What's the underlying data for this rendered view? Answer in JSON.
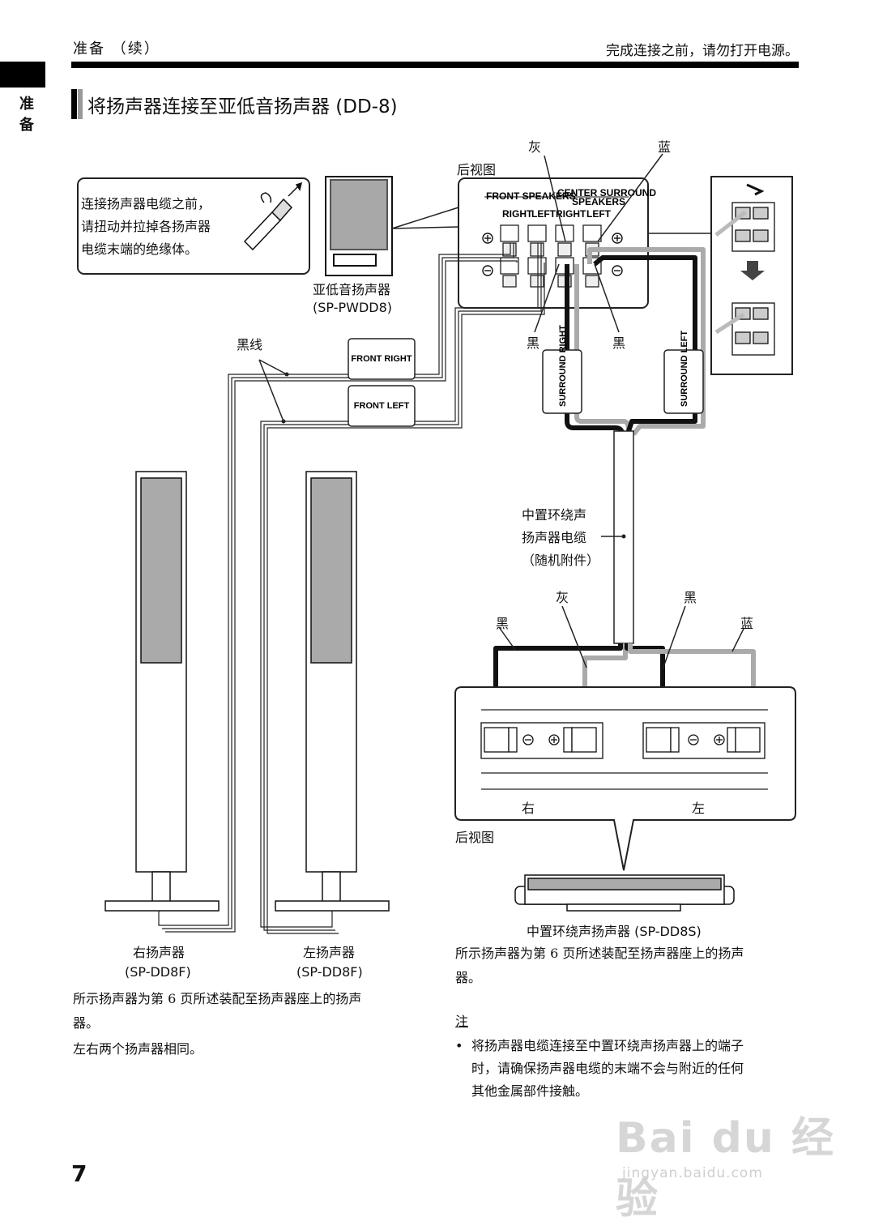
{
  "header": {
    "left": "准备 （续）",
    "right": "完成连接之前，请勿打开电源。"
  },
  "side_label": "准备",
  "section": {
    "title": "将扬声器连接至亚低音扬声器 (DD-8)"
  },
  "diagram": {
    "rear_view_top": "后视图",
    "label_gray_top": "灰",
    "label_blue_top": "蓝",
    "label_black_left": "黑",
    "label_black_right": "黑",
    "callout_line1": "连接扬声器电缆之前，",
    "callout_line2": "请扭动并拉掉各扬声器",
    "callout_line3": "电缆末端的绝缘体。",
    "subwoofer_name": "亚低音扬声器",
    "subwoofer_model": "(SP-PWDD8)",
    "black_wire": "黑线",
    "tag_front_right": "FRONT RIGHT",
    "tag_front_left": "FRONT LEFT",
    "tag_surround_right": "SURROUND RIGHT",
    "tag_surround_left": "SURROUND LEFT",
    "panel_front_speakers": "FRONT SPEAKERS",
    "panel_center_surround": "CENTER SURROUND",
    "panel_speakers": "SPEAKERS",
    "panel_right_1": "RIGHT",
    "panel_left_1": "LEFT",
    "panel_right_2": "RIGHT",
    "panel_left_2": "LEFT",
    "cable_line1": "中置环绕声",
    "cable_line2": "扬声器电缆",
    "cable_line3": "（随机附件）",
    "bottom_gray": "灰",
    "bottom_black_right": "黑",
    "bottom_black_left": "黑",
    "bottom_blue": "蓝",
    "center_right": "右",
    "center_left": "左",
    "rear_view_bottom": "后视图",
    "center_speaker_name": "中置环绕声扬声器 (SP-DD8S)",
    "right_speaker_name": "右扬声器",
    "right_speaker_model": "(SP-DD8F)",
    "left_speaker_name": "左扬声器",
    "left_speaker_model": "(SP-DD8F)"
  },
  "notes": {
    "left_para1_line1": "所示扬声器为第 6 页所述装配至扬声器座上的扬声",
    "left_para1_line2": "器。",
    "left_para2": "左右两个扬声器相同。",
    "right_para_line1": "所示扬声器为第 6 页所述装配至扬声器座上的扬声",
    "right_para_line2": "器。",
    "note_heading": "注",
    "note_line1": "将扬声器电缆连接至中置环绕声扬声器上的端子",
    "note_line2": "时，请确保扬声器电缆的末端不会与附近的任何",
    "note_line3": "其他金属部件接触。"
  },
  "page_number": "7",
  "watermark": {
    "main": "Bai du 经验",
    "url": "jingyan.baidu.com"
  }
}
